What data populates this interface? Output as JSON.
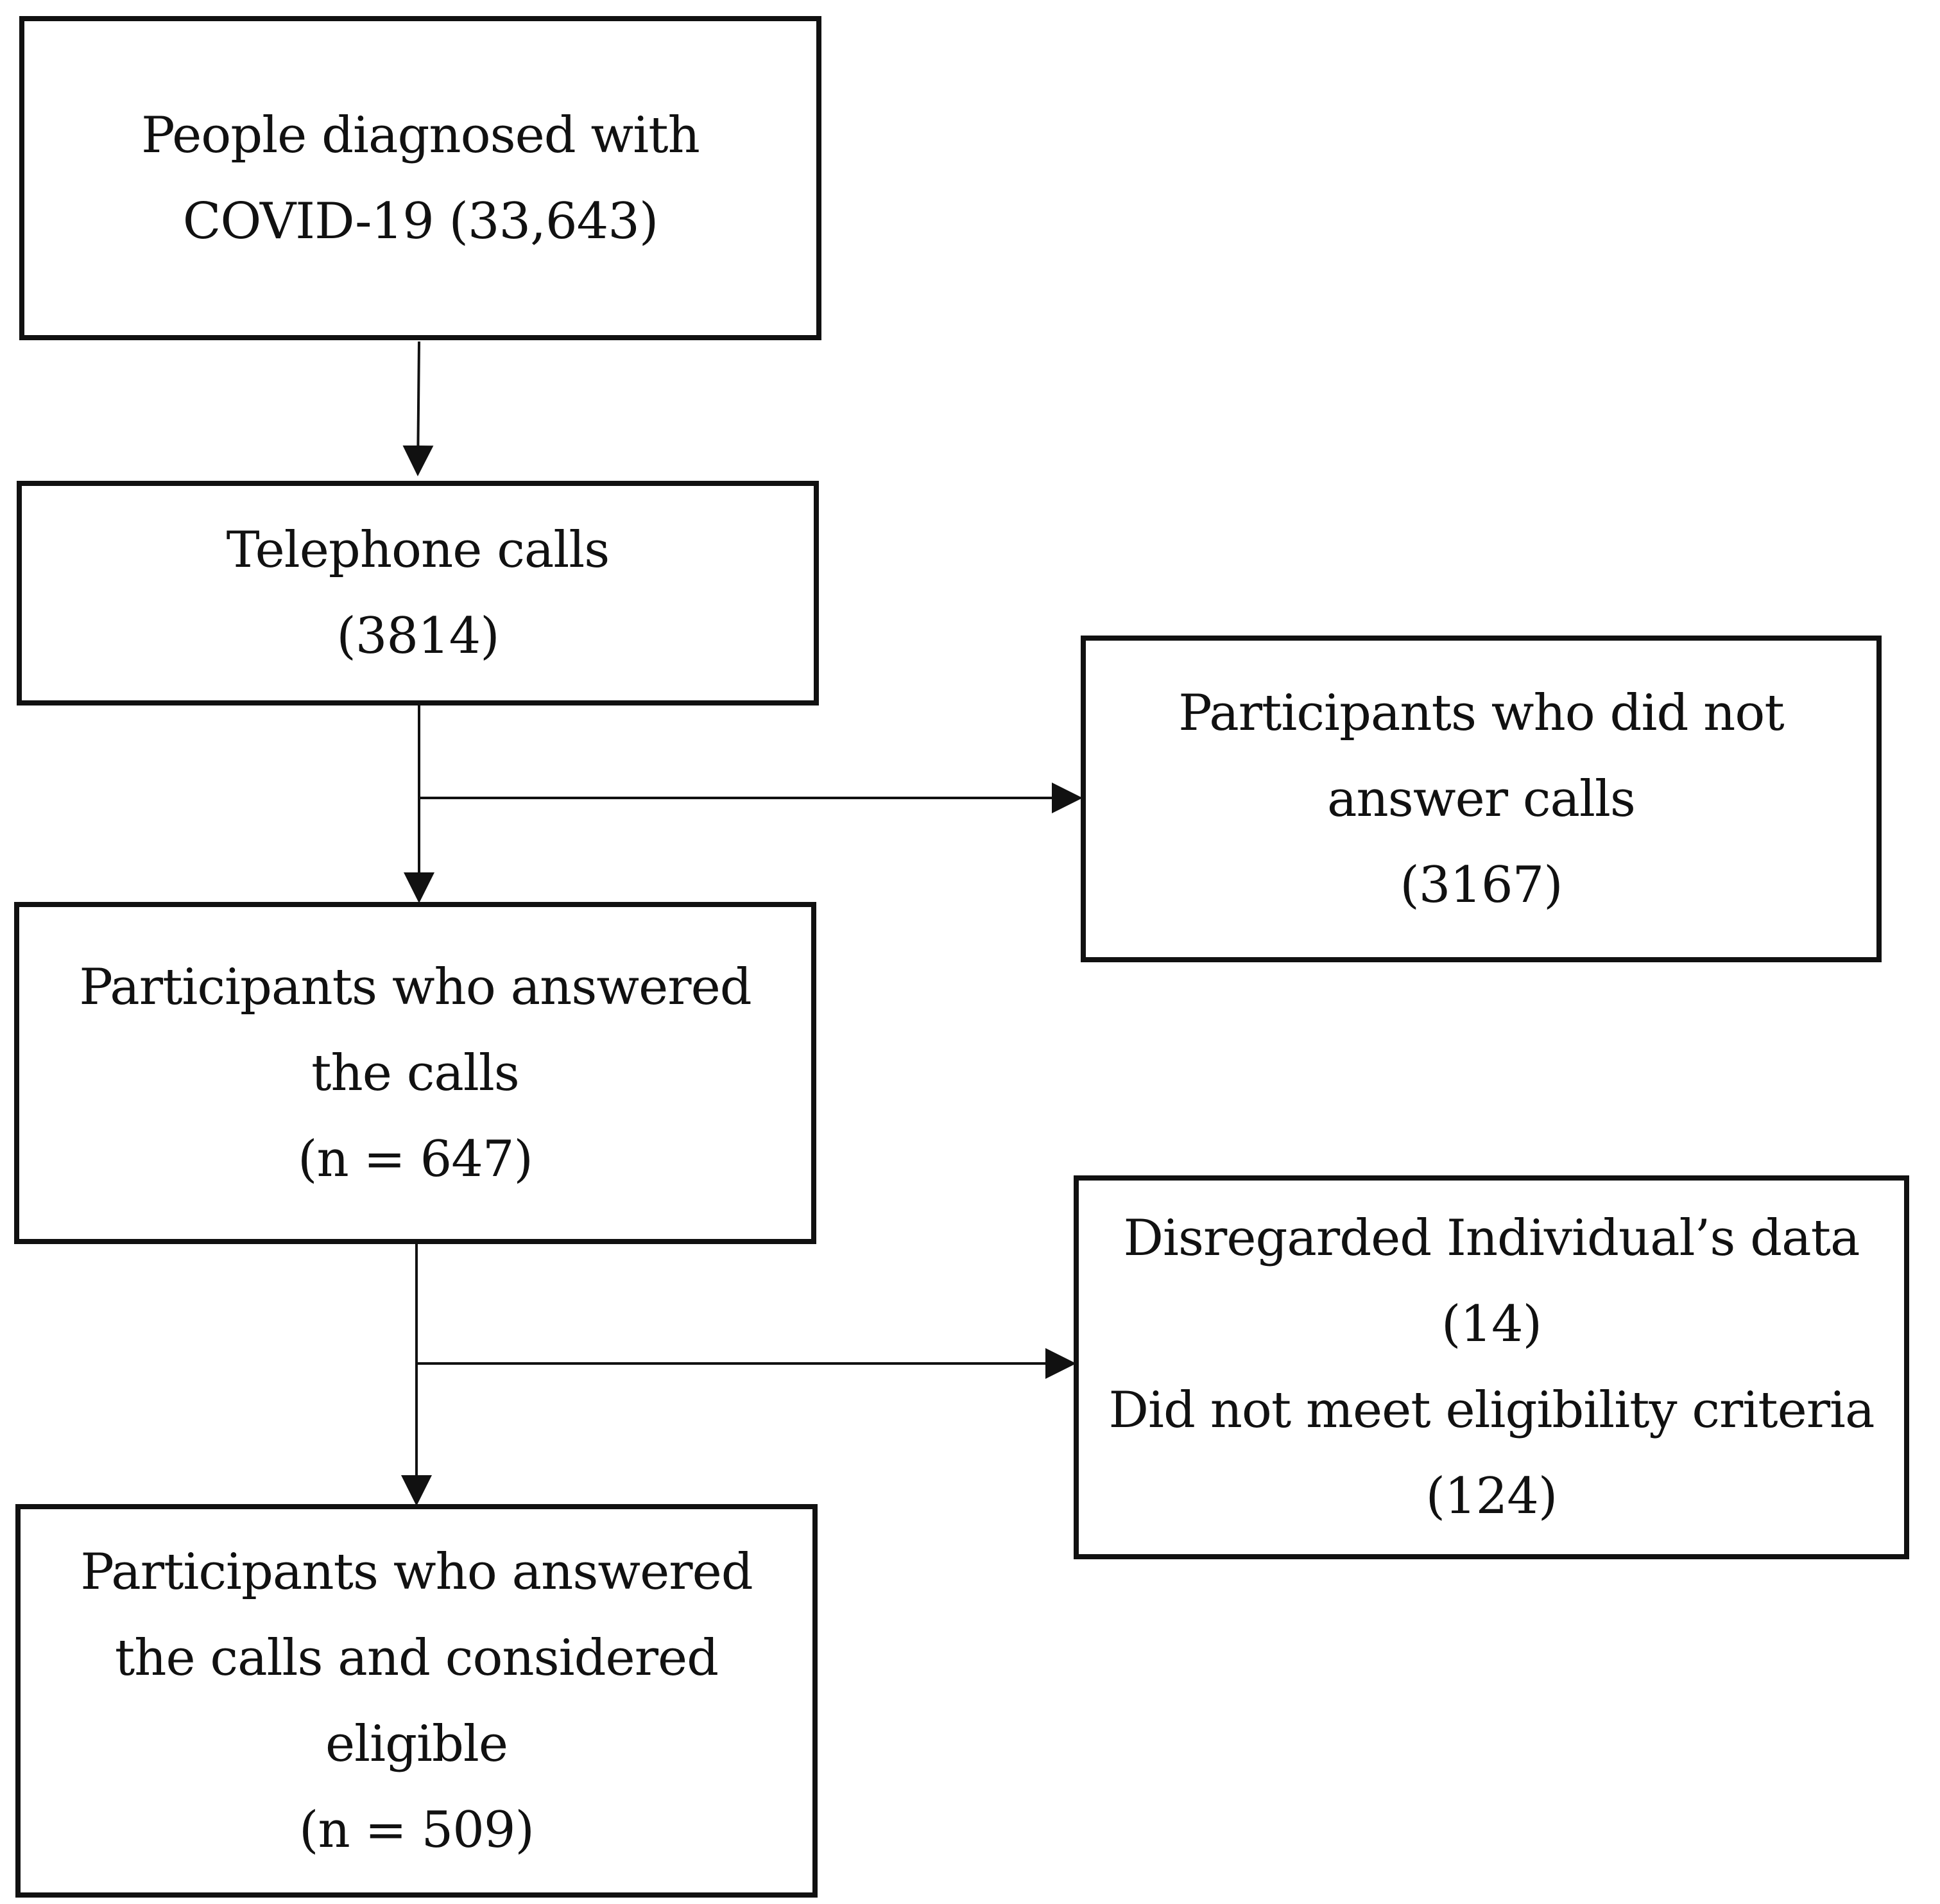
{
  "boxes": {
    "diagnosed": {
      "line1": "People diagnosed with",
      "line2": "COVID-19 (33,643)"
    },
    "calls": {
      "line1": "Telephone calls",
      "line2": "(3814)"
    },
    "no_answer": {
      "line1": "Participants who did not",
      "line2": "answer calls",
      "line3": "(3167)"
    },
    "answered": {
      "line1": "Participants who answered",
      "line2": "the calls",
      "line3": "(n = 647)"
    },
    "excluded": {
      "line1": "Disregarded Individual’s data",
      "line2": "(14)",
      "line3": "Did not meet eligibility criteria",
      "line4": "(124)"
    },
    "eligible": {
      "line1": "Participants who answered",
      "line2": "the calls and considered",
      "line3": "eligible",
      "line4": "(n = 509)"
    }
  }
}
